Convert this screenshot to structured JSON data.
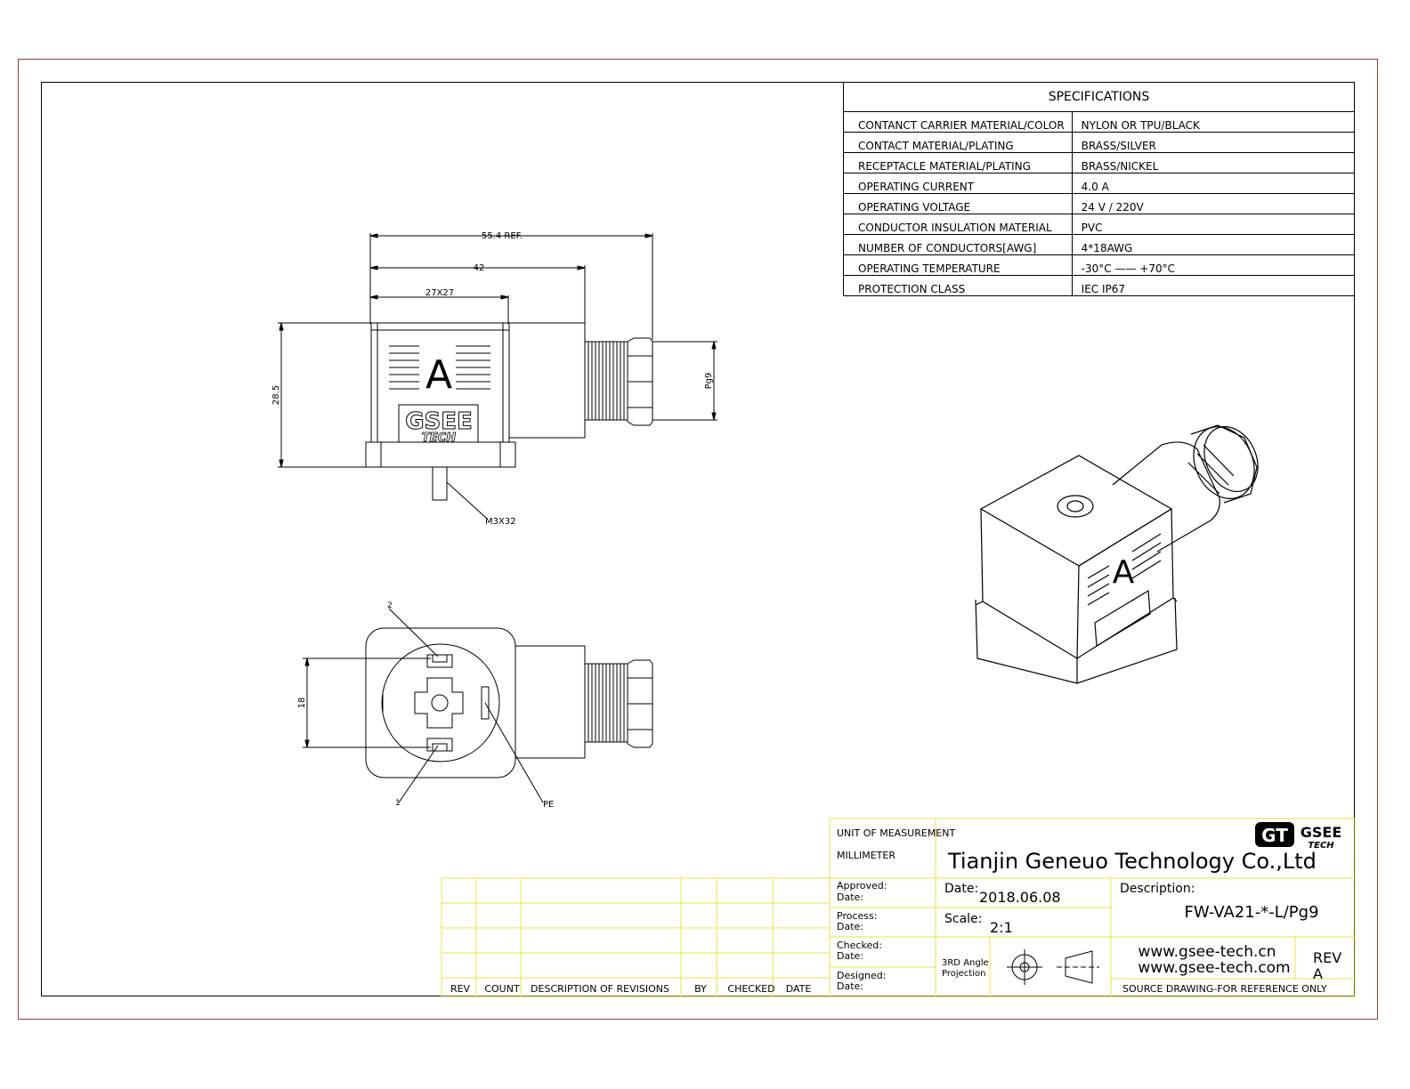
{
  "specifications": {
    "title": "SPECIFICATIONS",
    "rows": [
      {
        "name": "CONTANCT CARRIER MATERIAL/COLOR",
        "value": "NYLON OR TPU/BLACK"
      },
      {
        "name": "CONTACT MATERIAL/PLATING",
        "value": "BRASS/SILVER"
      },
      {
        "name": "RECEPTACLE MATERIAL/PLATING",
        "value": "BRASS/NICKEL"
      },
      {
        "name": "OPERATING CURRENT",
        "value": "4.0 A"
      },
      {
        "name": "OPERATING VOLTAGE",
        "value": "24 V / 220V"
      },
      {
        "name": "CONDUCTOR INSULATION MATERIAL",
        "value": "PVC"
      },
      {
        "name": "NUMBER  OF  CONDUCTORS[AWG]",
        "value": "4*18AWG"
      },
      {
        "name": "OPERATING TEMPERATURE",
        "value": "-30°C —— +70°C"
      },
      {
        "name": "PROTECTION CLASS",
        "value": "IEC  IP67"
      }
    ]
  },
  "dimensions": {
    "overall": "55.4 REF.",
    "length": "42",
    "square": "27X27",
    "height": "28.5",
    "thread": "Pg9",
    "screw": "M3X32",
    "pin_spacing": "18"
  },
  "pins": {
    "pin1": "1",
    "pin2": "2",
    "pin_pe": "PE"
  },
  "marking": {
    "letter": "A",
    "brand": "GSEE",
    "brand_sub": "TECH"
  },
  "title_block": {
    "unit_label": "UNIT OF MEASUREMENT",
    "unit_value": "MILLIMETER",
    "company": "Tianjin Geneuo Technology Co.,Ltd",
    "logo_mark": "GT",
    "logo_name": "GSEE",
    "logo_sub": "TECH",
    "approved_label": "Approved:",
    "approved_date_label": "Date:",
    "process_label": "Process:",
    "process_date_label": "Date:",
    "checked_label": "Checked:",
    "checked_date_label": "Date:",
    "designed_label": "Designed:",
    "designed_date_label": "Date:",
    "date_label": "Date:",
    "date_value": "2018.06.08",
    "scale_label": "Scale:",
    "scale_value": "2:1",
    "projection_line1": "3RD Angle",
    "projection_line2": "Projection",
    "description_label": "Description:",
    "description_value": "FW-VA21-*-L/Pg9",
    "website1": "www.gsee-tech.cn",
    "website2": "www.gsee-tech.com",
    "rev_label": "REV",
    "rev_value": "A",
    "source_note": "SOURCE DRAWING-FOR REFERENCE ONLY"
  },
  "revision_table": {
    "headers": [
      "REV",
      "COUNT",
      "DESCRIPTION  OF  REVISIONS",
      "BY",
      "CHECKED",
      "DATE"
    ]
  }
}
